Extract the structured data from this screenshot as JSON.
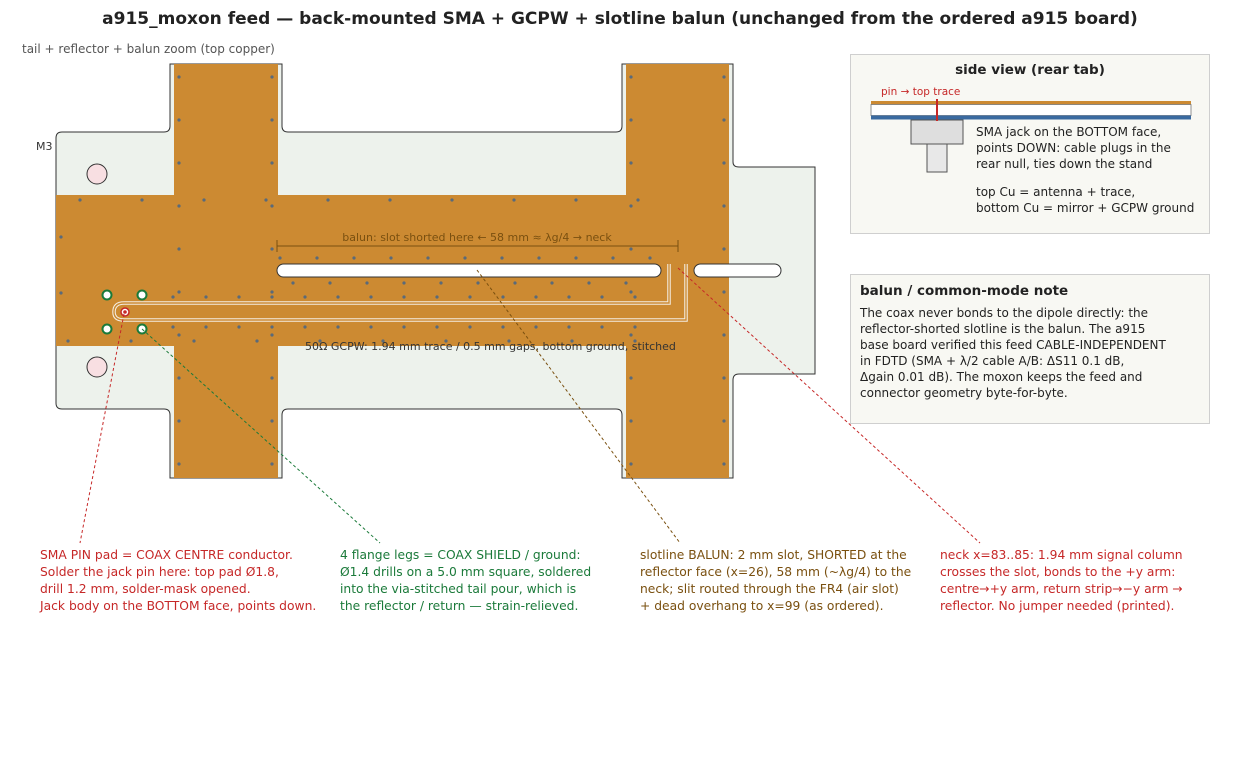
{
  "title": "a915_moxon feed — back-mounted SMA + GCPW + slotline balun (unchanged from the ordered a915 board)",
  "subtitle": "tail + reflector + balun zoom (top copper)",
  "board": {
    "m3_label": "M3",
    "balun_dim_label": "balun: slot shorted here ← 58 mm ≈ λg/4 → neck",
    "gcpw_label": "50Ω GCPW: 1.94 mm trace / 0.5 mm gaps, bottom ground, stitched"
  },
  "side_view": {
    "title": "side view (rear tab)",
    "pin_label": "pin → top trace",
    "text1": "SMA jack on the BOTTOM face,\npoints DOWN: cable plugs in the\nrear null, ties down the stand",
    "text2": "top Cu = antenna + trace,\nbottom Cu = mirror + GCPW ground"
  },
  "note": {
    "title": "balun / common-mode note",
    "body": "The coax never bonds to the dipole directly: the\nreflector-shorted slotline is the balun. The a915\nbase board verified this feed CABLE-INDEPENDENT\nin FDTD (SMA + λ/2 cable A/B: ΔS11 0.1 dB,\nΔgain 0.01 dB). The moxon keeps the feed and\nconnector geometry byte-for-byte."
  },
  "callouts": {
    "pin": "SMA PIN pad = COAX CENTRE conductor.\nSolder the jack pin here: top pad Ø1.8,\ndrill 1.2 mm, solder-mask opened.\nJack body on the BOTTOM face, points down.",
    "shield": "4 flange legs = COAX SHIELD / ground:\nØ1.4 drills on a 5.0 mm square, soldered\ninto the via-stitched tail pour, which is\nthe reflector / return — strain-relieved.",
    "balun": "slotline BALUN: 2 mm slot, SHORTED at the\nreflector face (x=26), 58 mm (~λg/4) to the\nneck; slit routed through the FR4 (air slot)\n+ dead overhang to x=99 (as ordered).",
    "neck": "neck x=83..85: 1.94 mm signal column\ncrosses the slot, bonds to the +y arm:\ncentre→+y arm, return strip→−y arm →\nreflector. No jumper needed (printed)."
  },
  "colors": {
    "copper": "#cc8a32",
    "substrate": "#edf2ec",
    "pin": "#c62828",
    "shield": "#1b7a3a",
    "balun": "#7a5010",
    "bottom_cu": "#3a6aa0"
  }
}
